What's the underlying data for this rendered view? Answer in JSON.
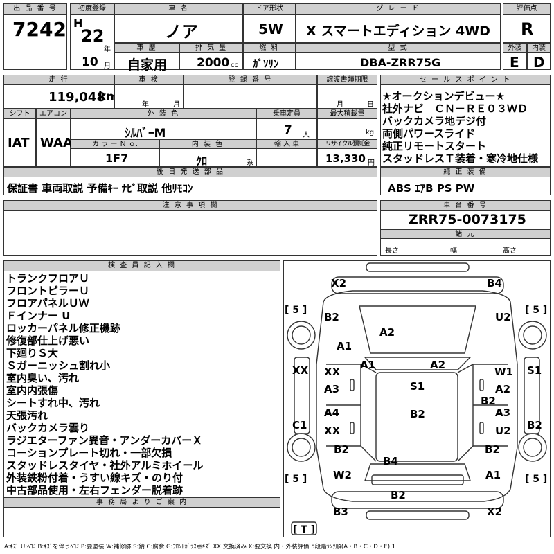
{
  "labels": {
    "lot_number": "出 品 番 号",
    "first_reg": "初度登録",
    "car_name": "車 名",
    "door": "ドア形状",
    "grade": "グ レ ー ド",
    "score": "評価点",
    "year_unit": "年",
    "month_unit": "月",
    "history": "車 歴",
    "displacement": "排 気 量",
    "fuel": "燃 料",
    "model_code": "型 式",
    "exterior": "外装",
    "interior": "内装",
    "mileage": "走 行",
    "inspection": "車 検",
    "registration": "登 録 番 号",
    "transfer": "譲渡書類期限",
    "sales_points": "セ ー ル ス ポ イ ン ト",
    "shift": "シフト",
    "aircon": "エアコン",
    "ext_color": "外 装 色",
    "capacity": "乗車定員",
    "max_load": "最大積載量",
    "color_no": "カ ラ ー Ｎ ｏ.",
    "int_color": "内 装 色",
    "import": "輸 入 車",
    "recycle": "リサイクル預託金",
    "later_parts": "後 日 発 送 部 品",
    "standard": "純 正 装 備",
    "notes": "注 意 事 項 欄",
    "chassis": "車 台 番 号",
    "specs": "諸 元",
    "length": "長さ",
    "width": "幅",
    "height": "高さ",
    "inspector": "検 査 員 記 入 欄",
    "office": "事 務 局 よ り ご 案 内",
    "cc": "cc",
    "km": "km",
    "persons": "人",
    "kg": "kg",
    "kei": "系",
    "yen": "円"
  },
  "values": {
    "lot_number": "7242",
    "era": "H",
    "year": "22",
    "month": "10",
    "car_name": "ノア",
    "door": "5W",
    "grade": "X スマートエディション 4WD",
    "score": "R",
    "history": "自家用",
    "displacement": "2000",
    "fuel": "ｶﾞｿﾘﾝ",
    "model_code": "DBA-ZRR75G",
    "exterior": "E",
    "interior": "D",
    "mileage": "119,048",
    "shift": "IAT",
    "aircon": "WAA",
    "ext_color": "ｼﾙﾊﾞｰM",
    "capacity": "7",
    "color_no": "1F7",
    "int_color": "ｸﾛ",
    "recycle": "13,330",
    "later_parts": "保証書 車両取説 予備ｷｰ ﾅﾋﾞ取説 他ﾘﾓｺﾝ",
    "standard": "ABS ｴｱB PS PW",
    "chassis": "ZRR75-0073175"
  },
  "sales_points": [
    "★オークションデビュー★",
    "社外ナビ　ＣＮ－ＲＥ０３ＷＤ",
    "バックカメラ地デジ付",
    "両側パワースライド",
    "純正リモートスタート",
    "スタッドレスＴ装着・寒冷地仕様"
  ],
  "inspector_notes": [
    "トランクフロアＵ",
    "フロントピラーＵ",
    "フロアパネルＵＷ",
    "Ｆインナー U",
    "ロッカーパネル修正機跡",
    "修復部仕上げ悪い",
    "下廻りＳ大",
    "Ｓガーニッシュ割れ小",
    "室内臭い、汚れ",
    "室内内張傷",
    "シートすれ中、汚れ",
    "天張汚れ",
    "バックカメラ雲り",
    "ラジエターファン異音・アンダーカバーＸ",
    "コーションプレート切れ・一部欠損",
    "スタッドレスタイヤ・社外アルミホイール",
    "外装鉄粉付着・うすい線キズ・のり付",
    "中古部品使用・左右フェンダー脱着跡"
  ],
  "damage_marks": [
    "X2",
    "B4",
    "B2",
    "U2",
    "A2",
    "A1",
    "A1",
    "A2",
    "XX",
    "XX",
    "W1",
    "S1",
    "A3",
    "S1",
    "A2",
    "B2",
    "A4",
    "B2",
    "A3",
    "C1",
    "XX",
    "U2",
    "B2",
    "B2",
    "B2",
    "B4",
    "W2",
    "A1",
    "B2",
    "B3",
    "X2"
  ],
  "tire_brackets": [
    "[ 5 ]",
    "[ 5 ]",
    "[ 5 ]",
    "[ 5 ]",
    "[ T ]"
  ],
  "legend": "A:ｷｽﾞ U:ﾍｺﾐ B:ｷｽﾞを伴うﾍｺﾐ P:要塗装 W:補修跡 S:錆 C:腐食 G:ﾌﾛﾝﾄｶﾞﾗｽ点ｷｽﾞ XX:交換済み X:要交換 内・外装評価 5段階ﾗﾝｸ順(A・B・C・D・E) 1"
}
